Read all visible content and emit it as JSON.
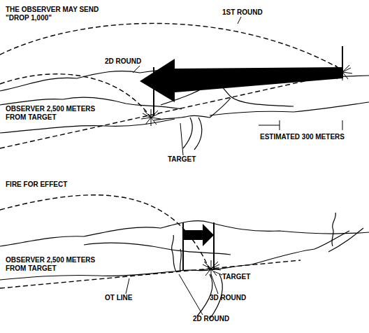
{
  "diagram": {
    "labels": [
      "THE OBSERVER MAY SEND \"DROP 1,000\"",
      "1ST ROUND",
      "2D ROUND",
      "OBSERVER 2,500 METERS FROM TARGET",
      "ESTIMATED 300 METERS",
      "TARGET",
      "FIRE FOR EFFECT",
      "OBSERVER 2,500 METERS FROM TARGET",
      "TARGET",
      "3D ROUND",
      "2D ROUND",
      "OT LINE"
    ]
  }
}
